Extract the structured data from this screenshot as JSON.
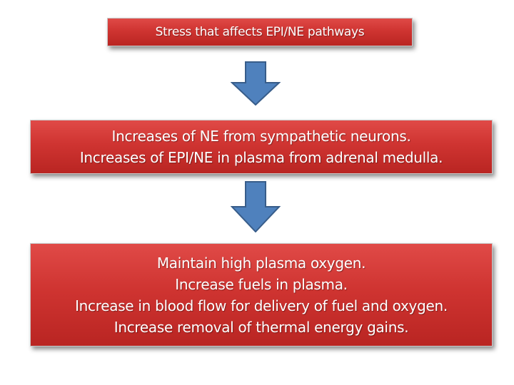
{
  "diagram": {
    "box1": {
      "text": "Stress that affects EPI/NE pathways"
    },
    "box2": {
      "lines": [
        "Increases of NE from sympathetic neurons.",
        "Increases of EPI/NE in plasma from adrenal medulla."
      ]
    },
    "box3": {
      "lines": [
        "Maintain high plasma oxygen.",
        "Increase fuels in plasma.",
        "Increase in blood flow for delivery of fuel and oxygen.",
        "Increase removal of thermal energy gains."
      ]
    },
    "colors": {
      "box_fill": "#cf3431",
      "arrow_fill": "#4f81bd",
      "arrow_stroke": "#385d8a",
      "text": "#ffffff"
    }
  }
}
